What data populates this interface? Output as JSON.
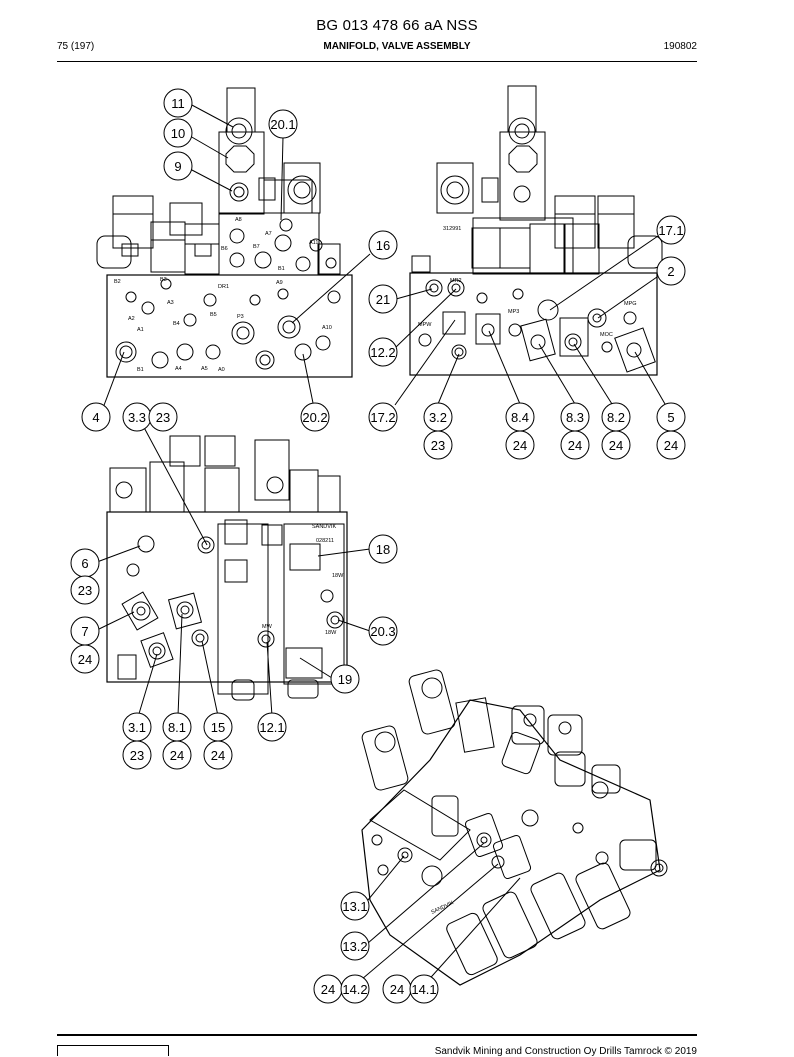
{
  "header": {
    "title": "BG 013 478 66 aA NSS",
    "page": "75 (197)",
    "section": "MANIFOLD, VALVE ASSEMBLY",
    "date": "190802"
  },
  "footer": {
    "copyright": "Sandvik Mining and Construction Oy Drills Tamrock © 2019"
  },
  "views": {
    "top_left": {
      "port_labels": [
        "A8",
        "A7",
        "B6",
        "B7",
        "A11",
        "B1",
        "B2",
        "B3",
        "A3",
        "DR1",
        "A9",
        "A2",
        "A1",
        "B4",
        "B5",
        "P3",
        "A10",
        "B1",
        "A4",
        "A5",
        "A0"
      ],
      "callouts": [
        "11",
        "10",
        "9",
        "20.1",
        "16",
        "4",
        "3.3",
        "23",
        "20.2"
      ]
    },
    "top_right": {
      "port_labels": [
        "312991",
        "MR2",
        "MPW",
        "MP3",
        "MPG",
        "MOC"
      ],
      "callouts": [
        "17.1",
        "2",
        "21",
        "12.2",
        "17.2",
        "3.2",
        "23",
        "8.4",
        "24",
        "8.3",
        "24",
        "8.2",
        "24",
        "5",
        "24"
      ]
    },
    "middle_left": {
      "port_labels": [
        "SANDVIK",
        "028211",
        "18W",
        "18W",
        "MW"
      ],
      "callouts": [
        "6",
        "23",
        "7",
        "24",
        "18",
        "20.3",
        "19",
        "3.1",
        "23",
        "8.1",
        "24",
        "15",
        "24",
        "12.1"
      ]
    },
    "bottom_right": {
      "port_labels": [
        "SANDVIK"
      ],
      "callouts": [
        "13.1",
        "13.2",
        "24",
        "14.2",
        "24",
        "14.1"
      ]
    }
  }
}
